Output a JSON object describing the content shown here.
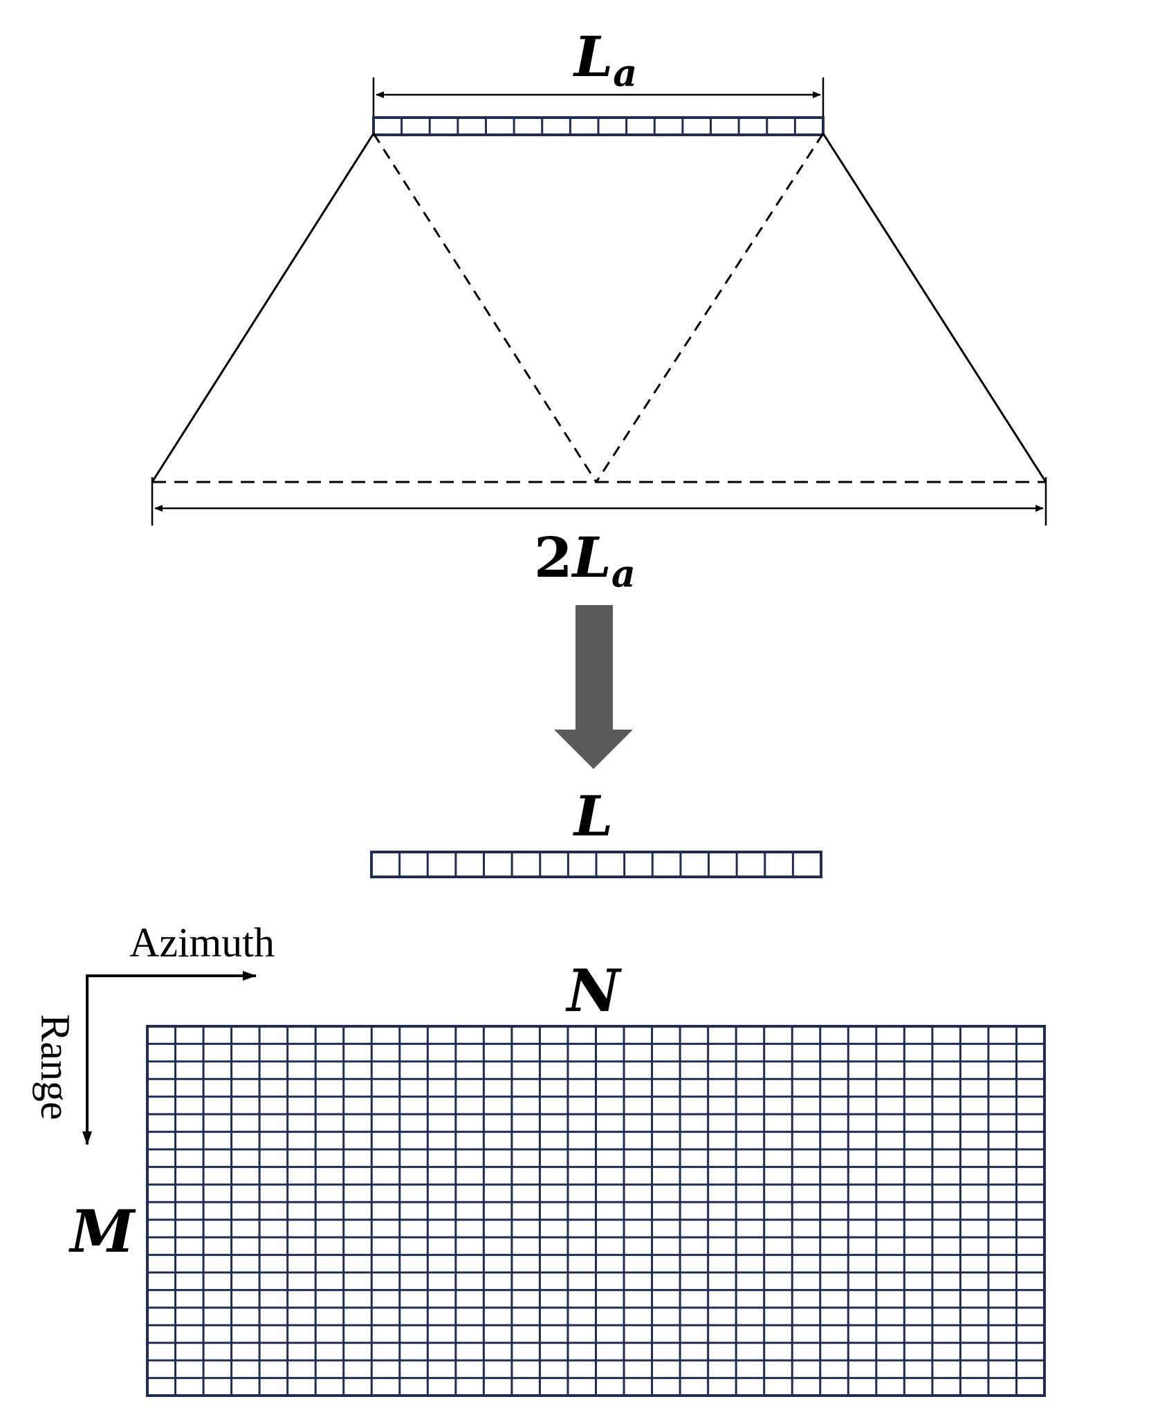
{
  "labels": {
    "la_base": "L",
    "la_sub": "a",
    "two_la_coef": "2",
    "two_la_base": "L",
    "two_la_sub": "a",
    "l_label": "L",
    "n_label": "N",
    "m_label": "M",
    "azimuth": "Azimuth",
    "range": "Range"
  },
  "colors": {
    "grid_stroke": "#1f2d52",
    "line": "#000000",
    "arrow_fill": "#5a5a5a"
  },
  "counts": {
    "top_array_cells": 16,
    "mid_array_cells": 16,
    "grid_columns": 32,
    "grid_rows": 21
  }
}
